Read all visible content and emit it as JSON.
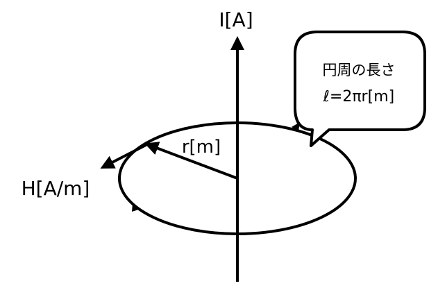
{
  "labels": {
    "current_axis": "I[A]",
    "radius": "r[m]",
    "field": "H[A/m]"
  },
  "callout": {
    "line1": "円周の長さ",
    "line2": "ℓ=2πr[m]"
  },
  "colors": {
    "stroke": "#000000",
    "background": "#ffffff"
  }
}
